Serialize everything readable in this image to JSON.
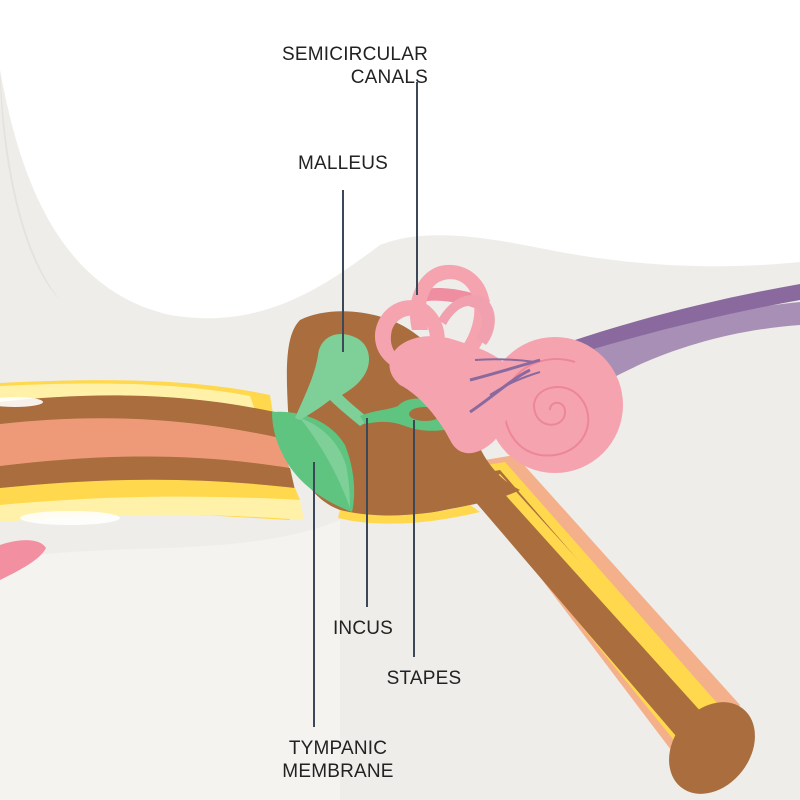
{
  "labels": {
    "semicircular_canals": {
      "line1": "SEMICIRCULAR",
      "line2": "CANALS",
      "color": "#3c4858"
    },
    "malleus": {
      "text": "MALLEUS",
      "color": "#3c4858"
    },
    "incus": {
      "text": "INCUS",
      "color": "#3c4858"
    },
    "stapes": {
      "text": "STAPES",
      "color": "#3c4858"
    },
    "tympanic_membrane": {
      "line1": "TYMPANIC",
      "line2": "MEMBRANE",
      "color": "#3c4858"
    }
  },
  "colors": {
    "background": "#ffffff",
    "skull": "#eeede9",
    "bone": "#a96d3e",
    "canal_skin": "#ee9a78",
    "yellow_lining": "#ffd84d",
    "pale_yellow": "#fff2a8",
    "ossicle_green": "#7ecf98",
    "membrane_green": "#5ec47f",
    "cochlea_pink": "#f6a3b0",
    "canal_pink": "#ee8ea0",
    "nerve_purple": "#8a6a9e",
    "nerve_light": "#a88fb5",
    "leader_line": "#3c4858"
  }
}
